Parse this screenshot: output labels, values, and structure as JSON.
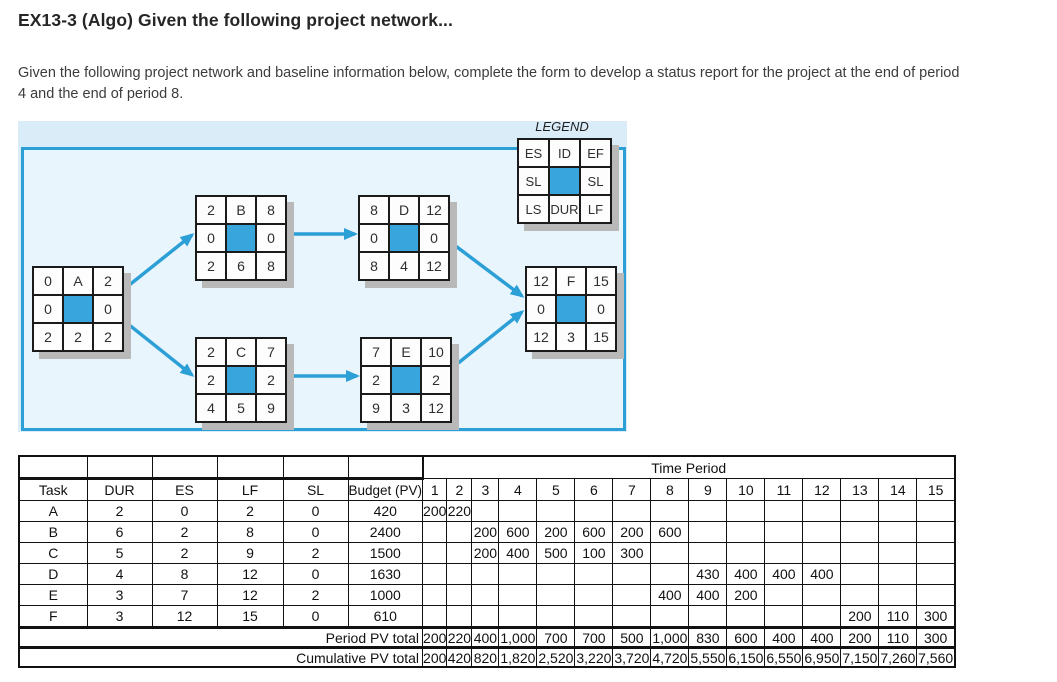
{
  "header": {
    "title": "EX13-3 (Algo) Given the following project network...",
    "description": "Given the following project network and baseline information below, complete the form to develop a status report for the project at the end of period 4 and the end of period 8."
  },
  "legend": {
    "label": "LEGEND",
    "cells": [
      "ES",
      "ID",
      "EF",
      "SL",
      "",
      "SL",
      "LS",
      "DUR",
      "LF"
    ]
  },
  "network": {
    "nodes": [
      {
        "id": "A",
        "cells": [
          "0",
          "A",
          "2",
          "0",
          "",
          "0",
          "2",
          "2",
          "2"
        ]
      },
      {
        "id": "B",
        "cells": [
          "2",
          "B",
          "8",
          "0",
          "",
          "0",
          "2",
          "6",
          "8"
        ]
      },
      {
        "id": "C",
        "cells": [
          "2",
          "C",
          "7",
          "2",
          "",
          "2",
          "4",
          "5",
          "9"
        ]
      },
      {
        "id": "D",
        "cells": [
          "8",
          "D",
          "12",
          "0",
          "",
          "0",
          "8",
          "4",
          "12"
        ]
      },
      {
        "id": "E",
        "cells": [
          "7",
          "E",
          "10",
          "2",
          "",
          "2",
          "9",
          "3",
          "12"
        ]
      },
      {
        "id": "F",
        "cells": [
          "12",
          "F",
          "15",
          "0",
          "",
          "0",
          "12",
          "3",
          "15"
        ]
      }
    ],
    "arrows": [
      "A-B",
      "A-C",
      "B-D",
      "C-E",
      "D-F",
      "E-F"
    ]
  },
  "table": {
    "time_period_label": "Time Period",
    "columns": [
      "Task",
      "DUR",
      "ES",
      "LF",
      "SL",
      "Budget (PV)"
    ],
    "periods": [
      "1",
      "2",
      "3",
      "4",
      "5",
      "6",
      "7",
      "8",
      "9",
      "10",
      "11",
      "12",
      "13",
      "14",
      "15"
    ],
    "rows": [
      {
        "task": "A",
        "dur": "2",
        "es": "0",
        "lf": "2",
        "sl": "0",
        "budget": "420",
        "pv": {
          "1": "200",
          "2": "220"
        }
      },
      {
        "task": "B",
        "dur": "6",
        "es": "2",
        "lf": "8",
        "sl": "0",
        "budget": "2400",
        "pv": {
          "3": "200",
          "4": "600",
          "5": "200",
          "6": "600",
          "7": "200",
          "8": "600"
        }
      },
      {
        "task": "C",
        "dur": "5",
        "es": "2",
        "lf": "9",
        "sl": "2",
        "budget": "1500",
        "pv": {
          "3": "200",
          "4": "400",
          "5": "500",
          "6": "100",
          "7": "300"
        }
      },
      {
        "task": "D",
        "dur": "4",
        "es": "8",
        "lf": "12",
        "sl": "0",
        "budget": "1630",
        "pv": {
          "9": "430",
          "10": "400",
          "11": "400",
          "12": "400"
        }
      },
      {
        "task": "E",
        "dur": "3",
        "es": "7",
        "lf": "12",
        "sl": "2",
        "budget": "1000",
        "pv": {
          "8": "400",
          "9": "400",
          "10": "200"
        }
      },
      {
        "task": "F",
        "dur": "3",
        "es": "12",
        "lf": "15",
        "sl": "0",
        "budget": "610",
        "pv": {
          "13": "200",
          "14": "110",
          "15": "300"
        }
      }
    ],
    "period_total_label": "Period PV total",
    "period_totals": [
      "200",
      "220",
      "400",
      "1,000",
      "700",
      "700",
      "500",
      "1,000",
      "830",
      "600",
      "400",
      "400",
      "200",
      "110",
      "300"
    ],
    "cumulative_total_label": "Cumulative PV total",
    "cumulative_totals": [
      "200",
      "420",
      "820",
      "1,820",
      "2,520",
      "3,220",
      "3,720",
      "4,720",
      "5,550",
      "6,150",
      "6,550",
      "6,950",
      "7,150",
      "7,260",
      "7,560"
    ]
  },
  "colors": {
    "accent_blue": "#38a5dd",
    "panel_border_blue": "#2b9fd6",
    "panel_bg": "#e9f5fc",
    "panel_top_bg": "#d9ecf7",
    "node_shadow": "#b9b9b9",
    "grid_line": "#111111"
  }
}
